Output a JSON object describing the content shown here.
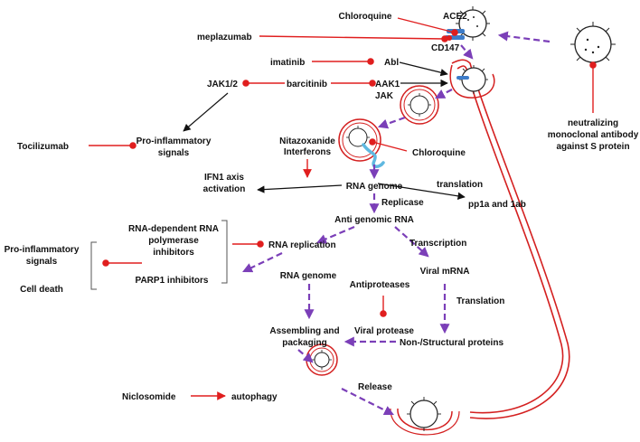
{
  "colors": {
    "inhibit": "#e01e1e",
    "flow": "#7b3fb8",
    "arrow": "#111111",
    "membrane": "#d42020",
    "receptor": "#3d7cc9",
    "rna": "#5fb8e0"
  },
  "labels": {
    "chloroquine_top": "Chloroquine",
    "ace2": "ACE2",
    "meplazumab": "meplazumab",
    "cd147": "CD147",
    "imatinib": "imatinib",
    "abl": "Abl",
    "jak12": "JAK1/2",
    "barcitinib": "barcitinib",
    "aak1": "AAK1",
    "jak": "JAK",
    "antibody_l1": "neutralizing",
    "antibody_l2": "monoclonal antibody",
    "antibody_l3": "against S protein",
    "tocilizumab": "Tocilizumab",
    "proinflam_l1": "Pro-inflammatory",
    "proinflam_l2": "signals",
    "nitazoxanide": "Nitazoxanide",
    "interferons": "Interferons",
    "chloroquine_mid": "Chloroquine",
    "ifn_l1": "IFN1 axis",
    "ifn_l2": "activation",
    "rna_genome_1": "RNA genome",
    "translation_1": "translation",
    "pp1a": "pp1a and 1ab",
    "replicase": "Replicase",
    "anti_genomic": "Anti genomic RNA",
    "rdrp_l1": "RNA-dependent RNA",
    "rdrp_l2": "polymerase",
    "rdrp_l3": "inhibitors",
    "parp1": "PARP1 inhibitors",
    "left_proinflam_l1": "Pro-inflammatory",
    "left_proinflam_l2": "signals",
    "cell_death": "Cell death",
    "rna_replication": "RNA replication",
    "transcription": "Transcription",
    "rna_genome_2": "RNA genome",
    "antiproteases": "Antiproteases",
    "viral_mrna": "Viral mRNA",
    "translation_2": "Translation",
    "assembling_l1": "Assembling and",
    "assembling_l2": "packaging",
    "viral_protease": "Viral protease",
    "structural": "Non-/Structural proteins",
    "niclosomide": "Niclosomide",
    "autophagy": "autophagy",
    "release": "Release"
  }
}
